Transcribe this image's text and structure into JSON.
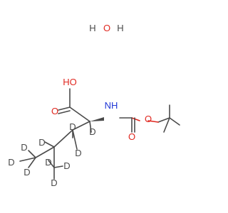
{
  "colors": {
    "carbon": "#4a4a4a",
    "oxygen": "#e0271f",
    "nitrogen": "#1f37d6",
    "hydrogen": "#4a4a4a"
  },
  "labels": {
    "water_h_left": "H",
    "water_o": "O",
    "water_h_right": "H",
    "acid_oh": "HO",
    "carbonyl_o": "O",
    "nh": "NH",
    "ester_o": "O",
    "boc_carbonyl_o": "O",
    "d_alpha": "D",
    "d_beta_top": "D",
    "d_beta_bottom": "D",
    "d_gamma": "D",
    "d_methyl1_top": "D",
    "d_methyl1_left": "D",
    "d_methyl1_bottom": "D",
    "d_methyl2_left": "D",
    "d_methyl2_right": "D",
    "d_methyl2_bottom": "D"
  }
}
